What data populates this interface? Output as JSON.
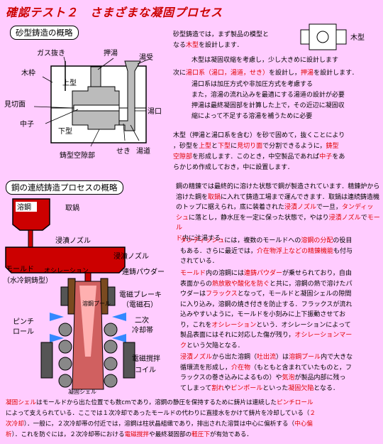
{
  "title": "確認テスト２　さまざまな凝固プロセス",
  "sec1": {
    "heading": "砂型鋳造の概略",
    "diagram": {
      "gas": "ガス抜き",
      "oshiyu": "押湯",
      "yuuke": "湯受",
      "kiwaku": "木枠",
      "uwagata": "上型",
      "mikiri": "見切面",
      "yuguchi": "湯口",
      "nakago": "中子",
      "shitagata": "下型",
      "kudo": "鋳型空隙部",
      "seki": "せき",
      "yumichi": "湯道"
    },
    "kigata": "木型",
    "p1a": "砂型鋳造では，まず製品の模型と",
    "p1b1": "なる",
    "p1b2": "木型",
    "p1b3": "を設計します．",
    "p2": "木型は凝固収縮を考慮し，少し大きめに設計します",
    "p3a": "次に",
    "p3b": "湯口系（湯口，湯道，せき）",
    "p3c": "を設計し，",
    "p3d": "押湯",
    "p3e": "を設計します．",
    "p4": [
      "湯口系は加圧方式や非加圧方式を考慮する",
      "また，溶湯の流れ込みを最適にする湯道の設計が必要",
      "押湯は最終凝固部を計算した上で，その近辺に凝固収",
      "縮によって不足する溶湯を補うために必要"
    ],
    "p5": {
      "l1a": "木型（押湯と湯口系を含む）を砂で固めて，抜くことにより",
      "l2a": "，砂型を",
      "l2b": "上型",
      "l2c": "と",
      "l2d": "下型",
      "l2e": "に",
      "l2f": "見切り面",
      "l2g": "で分割できるように，",
      "l2h": "鋳型",
      "l3a": "空隙部",
      "l3b": "を形成します．このとき，中空製品であれば",
      "l3c": "中子",
      "l3d": "をあ",
      "l4": "らかじめ作成しておき，中に設置します．"
    }
  },
  "sec2": {
    "heading": "鋼の連続鋳造プロセスの概略",
    "diagram": {
      "yoko": "溶鋼",
      "torinabe": "取鍋",
      "nozzle1": "浸漬ノズル",
      "nozzle2": "浸漬ノズル",
      "powder": "連鋳パウダー",
      "osc": "オシレーション",
      "mold1": "モールド",
      "mold2": "（水冷銅鋳型）",
      "emb1": "電磁ブレーキ",
      "emb2": "（電磁石）",
      "pool": "溶鋼プール",
      "pinch1": "ピンチ",
      "pinch2": "ロール",
      "cool1": "二次",
      "cool2": "冷却帯",
      "ems1": "電磁撹拌",
      "ems2": "コイル",
      "shell": "凝固シェル"
    },
    "para1": {
      "l1": "鋼の精錬では最終的に溶けた状態で鋼が製造されています．精錬炉から",
      "l2a": "溶けた鋼を",
      "l2b": "取鍋",
      "l2c": "に入れて鋳造工場まで運んできます．取鍋は連続鋳造機",
      "l3a": "のトップに据えられ，底に装着された",
      "l3b": "浸漬ノズル",
      "l3c": "で一旦，",
      "l3d": "タンディッ",
      "l4a": "シュ",
      "l4b": "に落とし，静水圧を一定に保った状態で，やはり",
      "l4c": "浸漬ノズル",
      "l4d": "で",
      "l4e": "モール",
      "l5a": "ド",
      "l5b": "内に注湯する．"
    },
    "para2": {
      "l1a": "タンディッシュ",
      "l1b": "には，複数のモールドへの",
      "l1c": "溶鋼の分配",
      "l1d": "の役目",
      "l2a": "もある．さらに最近では，",
      "l2b": "介在物浮上などの精錬機能",
      "l2c": "も付与",
      "l3": "されている．"
    },
    "para3": {
      "l1a": "モールド",
      "l1b": "内の溶鋼には",
      "l1c": "連鋳パウダー",
      "l1d": "が乗せられており，自由",
      "l2a": "表面からの",
      "l2b": "熱放散や酸化を防ぐ",
      "l2c": "と共に，溶鋼の熱で溶けたパ",
      "l3a": "ウダーは",
      "l3b": "フラックス",
      "l3c": "となって，モールドと凝固シェルの隙間",
      "l4": "に入り込み，溶鋼の焼き付きを防止する．フラックスが流れ",
      "l5a": "込みやすいように，モールドを小刻みに上下振動させてお",
      "l6a": "り，これを",
      "l6b": "オシレーション",
      "l6c": "という．オシレーションによって",
      "l7a": "製品表面にはそれに対応した傷が残り，",
      "l7b": "オシレーションマー",
      "l8a": "ク",
      "l8b": "という欠陥となる．"
    },
    "para4": {
      "l1a": "浸漬ノズル",
      "l1b": "から出た溶鋼（",
      "l1c": "吐出流",
      "l1d": "）は",
      "l1e": "溶鋼プール",
      "l1f": "内で大きな",
      "l2a": "循環流を形成し，",
      "l2b": "介在物",
      "l2c": "（もともと含まれていたものと，フ",
      "l3a": "ラックスの巻き込みによるもの）や",
      "l3b": "気泡",
      "l3c": "が製品内部に残っ",
      "l4a": "てしまって",
      "l4b": "割れ",
      "l4c": "や",
      "l4d": "ピンポール",
      "l4e": "といった",
      "l4f": "凝固欠陥",
      "l4g": "となる．"
    },
    "para5": {
      "l1a": "凝固シェル",
      "l1b": "はモールドから出た位置でも数cmであり，溶鋼の静圧を保持するために鋳片は連続した",
      "l1c": "ピンチロール",
      "l2a": "によって支えられている．ここでは１次冷却であったモールドの代わりに直接水をかけて鋳片を冷却している（",
      "l2b": "２",
      "l3a": "次冷却",
      "l3b": "）．一般に，２次冷却帯の付近では，溶鋼は柱状晶組織であり，排出された溶質は中心に偏析する（",
      "l3c": "中心偏",
      "l4a": "析",
      "l4b": "）．これを防ぐには，２次冷却帯における",
      "l4c": "電磁撹拌",
      "l4d": "や最終凝固部の",
      "l4e": "軽圧下",
      "l4f": "が有効である．"
    }
  }
}
